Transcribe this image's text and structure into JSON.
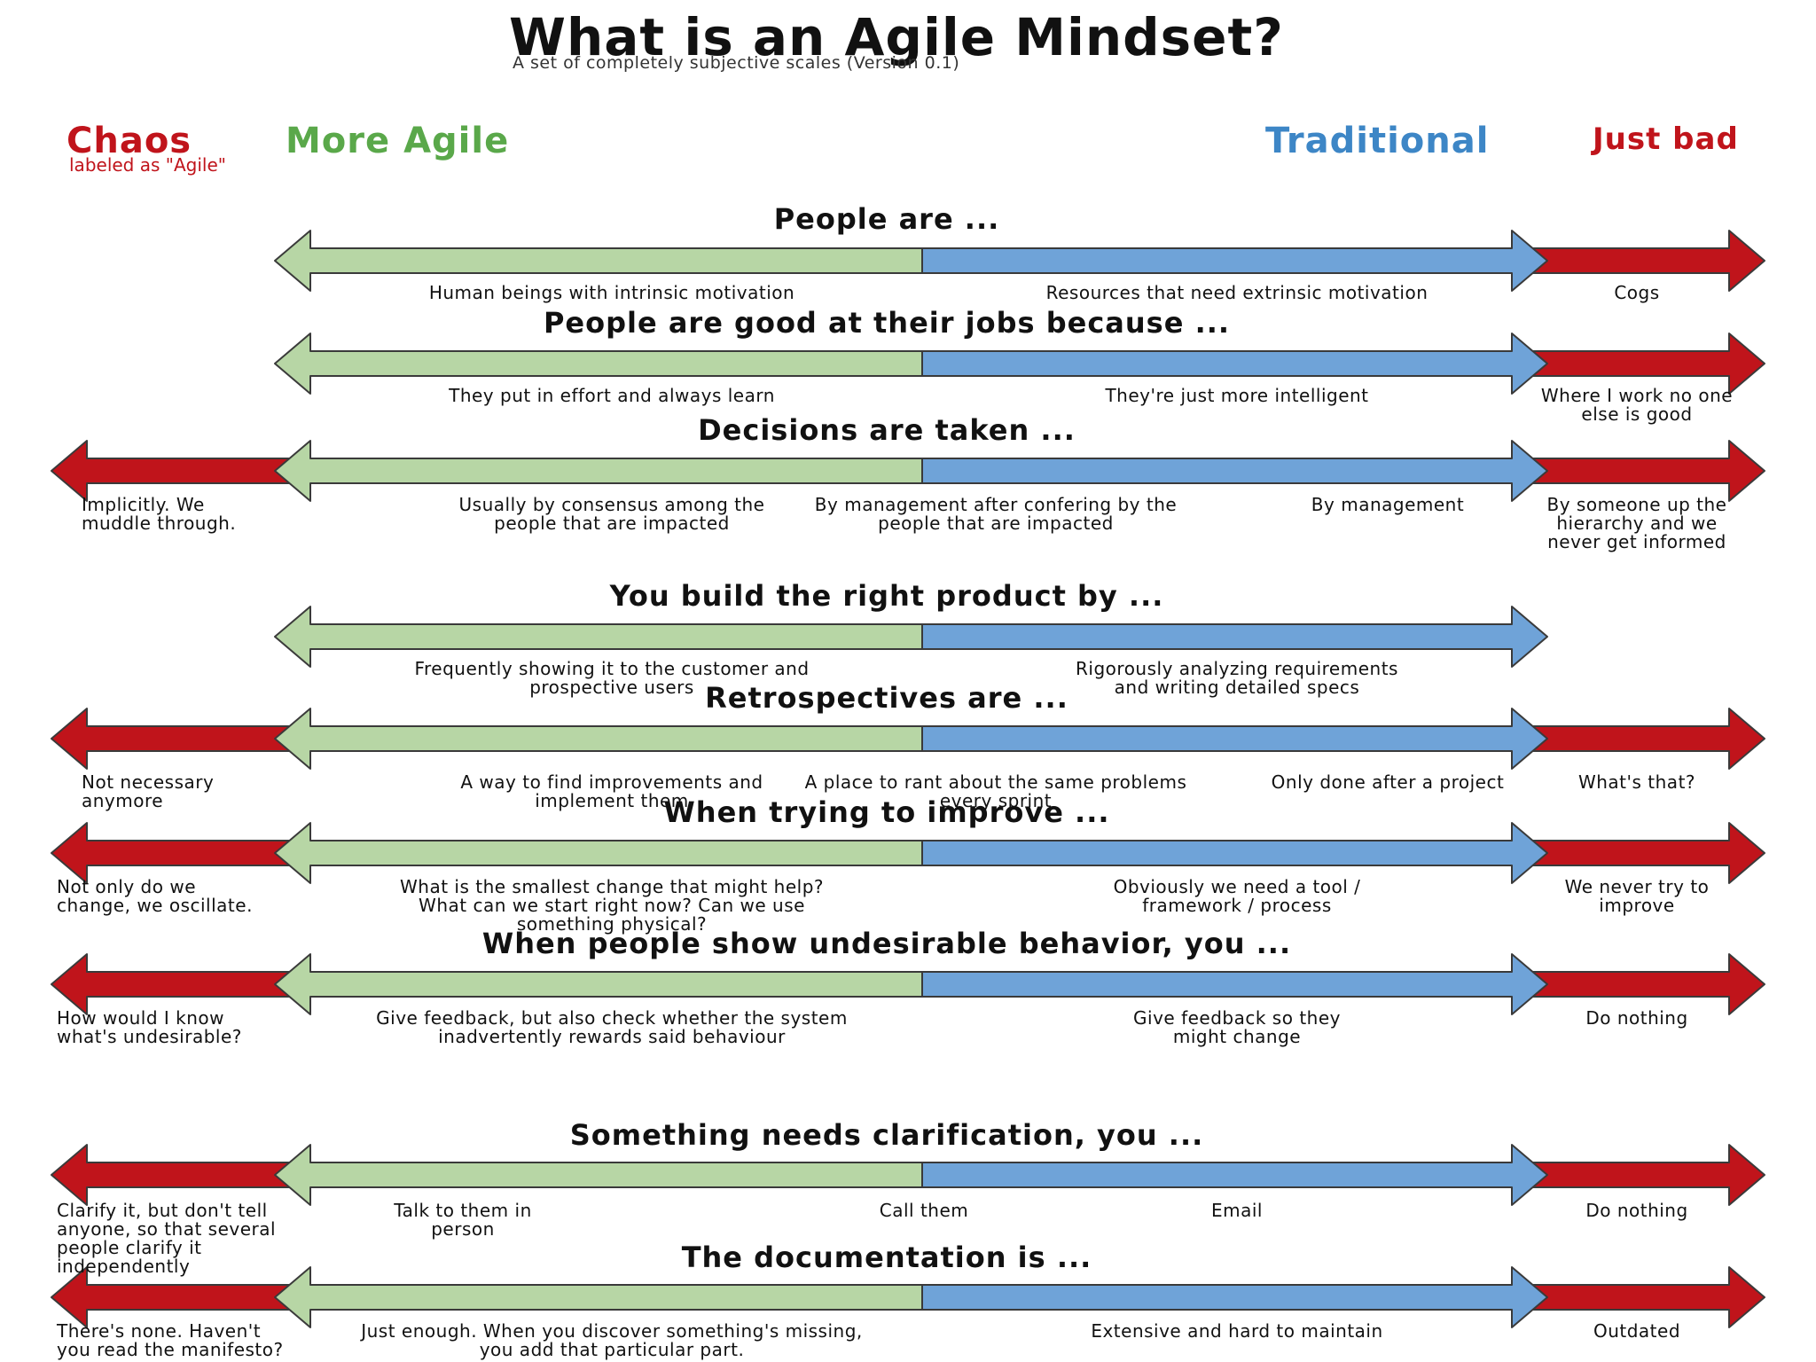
{
  "title": "What is an Agile Mindset?",
  "subtitle": "A set of completely subjective scales (Version 0.1)",
  "categories": {
    "chaos": {
      "label": "Chaos",
      "sublabel": "labeled as \"Agile\""
    },
    "agile": {
      "label": "More Agile"
    },
    "traditional": {
      "label": "Traditional"
    },
    "bad": {
      "label": "Just bad"
    }
  },
  "colors": {
    "chaos": "#c0141b",
    "agile": "#b7d6a5",
    "traditional": "#6fa3d8",
    "bad": "#c0141b",
    "chaos_text": "#c0141b",
    "agile_text": "#5aa84a",
    "traditional_text": "#3d86c6",
    "bad_text": "#c0141b"
  },
  "scales": [
    {
      "question": "People are ...",
      "has_chaos": false,
      "has_bad": true,
      "labels": {
        "agile": "Human beings with intrinsic motivation",
        "traditional": "Resources that need extrinsic motivation",
        "bad": "Cogs"
      }
    },
    {
      "question": "People are good at their jobs because ...",
      "has_chaos": false,
      "has_bad": true,
      "labels": {
        "agile": "They put in effort and always learn",
        "traditional": "They're just more intelligent",
        "bad": "Where I work no one\nelse is good"
      }
    },
    {
      "question": "Decisions are taken ...",
      "has_chaos": true,
      "has_bad": true,
      "labels": {
        "chaos": "Implicitly. We\nmuddle through.",
        "agile": "Usually by consensus among the\npeople that are impacted",
        "traditional_mid": "By management after confering by the\npeople that are impacted",
        "traditional": "By management",
        "bad": "By someone up the\nhierarchy and we\nnever get informed"
      }
    },
    {
      "question": "You build the right product by ...",
      "has_chaos": false,
      "has_bad": false,
      "labels": {
        "agile": "Frequently showing it to the customer and\nprospective users",
        "traditional": "Rigorously analyzing requirements\nand writing detailed specs"
      }
    },
    {
      "question": "Retrospectives are ...",
      "has_chaos": true,
      "has_bad": true,
      "labels": {
        "chaos": "Not necessary\nanymore",
        "agile": "A way to find improvements and\nimplement them",
        "traditional_mid": "A place to rant about the same problems\nevery sprint",
        "traditional": "Only done after a project",
        "bad": "What's that?"
      }
    },
    {
      "question": "When trying to improve ...",
      "has_chaos": true,
      "has_bad": true,
      "labels": {
        "chaos": "Not only do we\nchange, we oscillate.",
        "agile": "What is the smallest change that might help?\nWhat can we start right now? Can we use\nsomething physical?",
        "traditional": "Obviously we need a tool /\nframework / process",
        "bad": "We never try to\nimprove"
      }
    },
    {
      "question": "When people show undesirable behavior, you ...",
      "has_chaos": true,
      "has_bad": true,
      "labels": {
        "chaos": "How would I know\nwhat's undesirable?",
        "agile": "Give feedback, but also check whether the system\ninadvertently rewards said behaviour",
        "traditional": "Give feedback so they\nmight change",
        "bad": "Do nothing"
      }
    },
    {
      "question": "Something needs clarification, you ...",
      "has_chaos": true,
      "has_bad": true,
      "labels": {
        "chaos": "Clarify it, but don't tell\nanyone, so that several\npeople clarify it\nindependently",
        "agile": "Talk to them in\nperson",
        "center": "Call them",
        "traditional": "Email",
        "bad": "Do nothing"
      }
    },
    {
      "question": "The documentation is ...",
      "has_chaos": true,
      "has_bad": true,
      "labels": {
        "chaos": "There's none. Haven't\nyou read the manifesto?",
        "agile": "Just enough. When you discover something's missing,\nyou add that particular part.",
        "traditional": "Extensive and hard to maintain",
        "bad": "Outdated"
      }
    }
  ]
}
